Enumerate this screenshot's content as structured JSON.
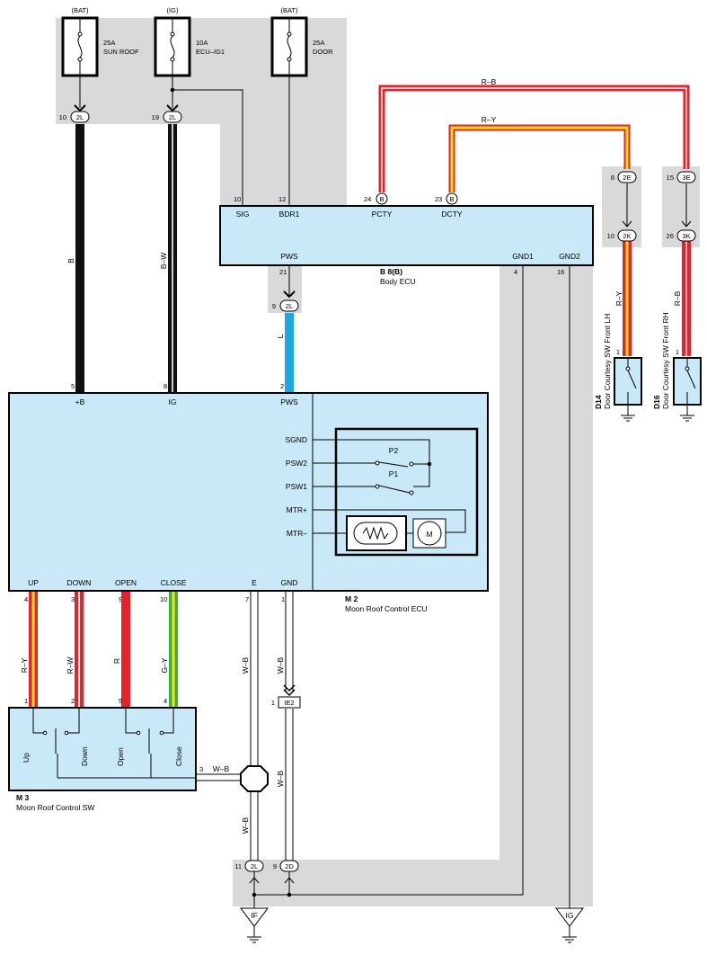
{
  "fuses": [
    {
      "supply": "(BAT)",
      "rating": "25A",
      "name": "SUN ROOF"
    },
    {
      "supply": "(IG)",
      "rating": "10A",
      "name": "ECU–IG1"
    },
    {
      "supply": "(BAT)",
      "rating": "25A",
      "name": "DOOR"
    }
  ],
  "connectors": {
    "c2l_10": {
      "pin": "10",
      "id": "2L"
    },
    "c2l_19": {
      "pin": "19",
      "id": "2L"
    },
    "cb_24": {
      "pin": "24",
      "id": "B"
    },
    "cb_23": {
      "pin": "23",
      "id": "B"
    },
    "c2e": {
      "pin": "8",
      "id": "2E"
    },
    "c3e": {
      "pin": "15",
      "id": "3E"
    },
    "c2k": {
      "pin": "10",
      "id": "2K"
    },
    "c3k": {
      "pin": "26",
      "id": "3K"
    },
    "c2l_9": {
      "pin": "9",
      "id": "2L"
    },
    "ie2": {
      "pin": "1",
      "id": "IE2"
    },
    "c2l_11": {
      "pin": "11",
      "id": "2L"
    },
    "c2d_9": {
      "pin": "9",
      "id": "2D"
    }
  },
  "body_ecu": {
    "code": "B 8(B)",
    "name": "Body ECU",
    "pins_top": [
      {
        "num": "10",
        "label": "SIG"
      },
      {
        "num": "12",
        "label": "BDR1"
      },
      {
        "num": "24",
        "label": "PCTY"
      },
      {
        "num": "23",
        "label": "DCTY"
      }
    ],
    "pws": {
      "label": "PWS",
      "num": "21"
    },
    "gnd1": {
      "label": "GND1",
      "num": "4"
    },
    "gnd2": {
      "label": "GND2",
      "num": "16"
    }
  },
  "moon_roof_ecu": {
    "code": "M 2",
    "name": "Moon Roof Control ECU",
    "top_pins": [
      {
        "num": "5",
        "label": "+B"
      },
      {
        "num": "8",
        "label": "IG"
      },
      {
        "num": "2",
        "label": "PWS"
      }
    ],
    "bottom_pins": [
      {
        "num": "4",
        "label": "UP"
      },
      {
        "num": "3",
        "label": "DOWN"
      },
      {
        "num": "9",
        "label": "OPEN"
      },
      {
        "num": "10",
        "label": "CLOSE"
      },
      {
        "num": "7",
        "label": "E"
      },
      {
        "num": "1",
        "label": "GND"
      }
    ],
    "internal": {
      "sgnd": "SGND",
      "psw2": "PSW2",
      "psw1": "PSW1",
      "mtrp": "MTR+",
      "mtrm": "MTR–",
      "p2": "P2",
      "p1": "P1",
      "motor": "M"
    }
  },
  "moon_roof_sw": {
    "code": "M 3",
    "name": "Moon Roof Control SW",
    "pins": [
      "1",
      "2",
      "5",
      "4"
    ],
    "switches": [
      "Up",
      "Down",
      "Open",
      "Close"
    ],
    "pin3": "3"
  },
  "door_switches": [
    {
      "code": "D14",
      "name": "Door Courtesy SW Front LH",
      "pin": "1"
    },
    {
      "code": "D16",
      "name": "Door Courtesy SW Front RH",
      "pin": "1"
    }
  ],
  "wire_colors": {
    "b": "B",
    "bw": "B–W",
    "l": "L",
    "rb_top": "R–B",
    "ry_top": "R–Y",
    "ry_lh": "R–Y",
    "rb_rh": "R–B",
    "ry_up": "R–Y",
    "rw_down": "R–W",
    "r_open": "R",
    "gy_close": "G–Y",
    "wb_e": "W–B",
    "wb_gnd": "W–B",
    "wb_sw": "W–B",
    "wb_e_low": "W–B",
    "wb_gnd_low": "W–B"
  },
  "grounds": [
    "IF",
    "IG"
  ],
  "colors": {
    "black_wire": "#111111",
    "red_wire": "#e8222b",
    "yellow_wire": "#f5e21a",
    "blue_wire": "#1ea7e0",
    "green_wire": "#3fae3a",
    "component_fill": "#c9e9f8",
    "shade": "#d9d9d9"
  }
}
